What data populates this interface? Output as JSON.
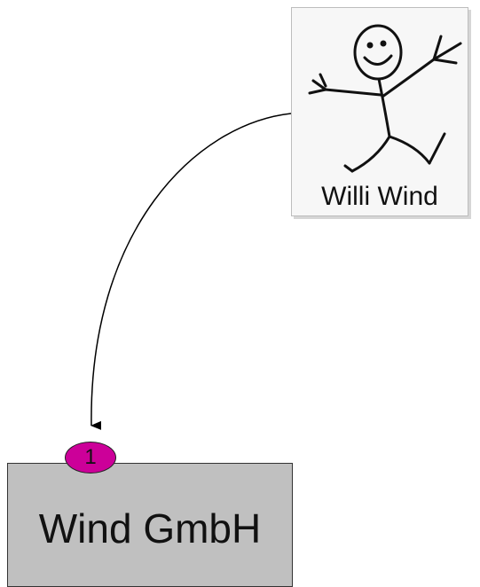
{
  "person": {
    "name": "Willi Wind"
  },
  "company": {
    "name": "Wind GmbH",
    "badge": "1"
  },
  "colors": {
    "badge_fill": "#cc0099",
    "company_fill": "#c0c0c0"
  },
  "icons": {
    "person_illustration": "stick-figure-icon"
  }
}
